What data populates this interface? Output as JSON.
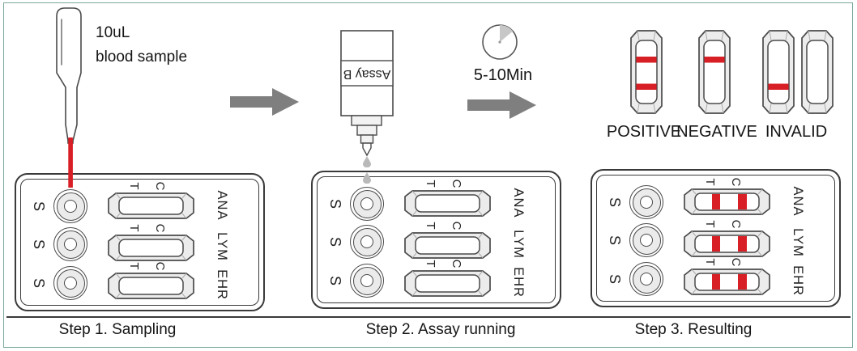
{
  "colors": {
    "frame_border": "#7ba89d",
    "outline": "#3a3a3a",
    "accent_red": "#d91f26",
    "arrow_gray": "#7f7f7f",
    "bevel_gray": "#ececec",
    "droplet_gray": "#b9b9b9"
  },
  "icons": {
    "dropper-icon": "capillary pipette with red blood column",
    "arrow-right-icon": "solid gray right arrow",
    "buffer-bottle-icon": "inverted dropper bottle with stepped nozzle",
    "droplet-icon": "falling gray drop",
    "timer-icon": "clock face with gray elapsed wedge",
    "sample-well": "round sample port (three per cassette)",
    "result-window": "beveled rectangular read window"
  },
  "step1": {
    "caption": "Step 1. Sampling",
    "sample_note": {
      "line1": "10uL",
      "line2": "blood sample"
    }
  },
  "step2": {
    "caption": "Step 2. Assay running",
    "bottle_label": "Assay B",
    "timer_text": "5-10Min"
  },
  "step3": {
    "caption": "Step 3. Resulting",
    "result_labels": {
      "positive": "POSITIVE",
      "negative": "NEGATIVE",
      "invalid": "INVALID"
    },
    "strip_lines": {
      "positive": [
        "C",
        "T"
      ],
      "negative": [
        "C"
      ],
      "invalid_no_control": [
        "T"
      ],
      "invalid_blank": []
    }
  },
  "cassette": {
    "sample_well_label": "S",
    "test_line_label": "T",
    "control_line_label": "C",
    "strip_labels": [
      "ANA",
      "LYM",
      "EHR"
    ]
  }
}
